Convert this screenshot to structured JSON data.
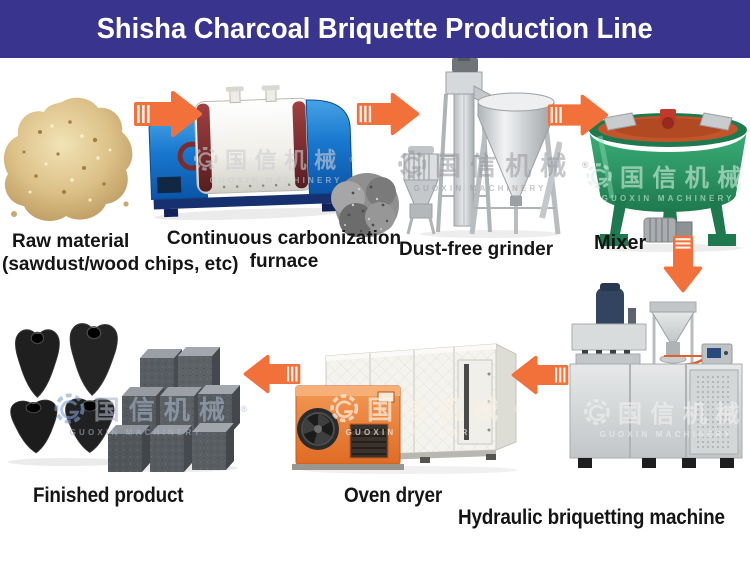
{
  "banner": {
    "title": "Shisha Charcoal Briquette Production Line",
    "background": "#39348E",
    "text_color": "#FFFFFF"
  },
  "watermark": {
    "cn": "国信机械",
    "en": "GUOXIN MACHINERY",
    "reg": "®"
  },
  "palette": {
    "arrow_orange": "#F2703A",
    "furnace_blue": "#1878CE",
    "mixer_green": "#2E9E68",
    "oven_orange": "#E8772F",
    "steel_gray": "#C9CCCE",
    "charcoal_black": "#1F1F1F",
    "sawdust_tan": "#DCC188"
  },
  "stages": {
    "raw_material": {
      "label_line1": "Raw material",
      "label_line2": "(sawdust/wood chips, etc)"
    },
    "carbonization_furnace": {
      "label_line1": "Continuous carbonization",
      "label_line2": "furnace"
    },
    "grinder": {
      "label": "Dust-free grinder"
    },
    "mixer": {
      "label": "Mixer"
    },
    "briquetting_machine": {
      "label": "Hydraulic briquetting machine"
    },
    "oven_dryer": {
      "label": "Oven dryer"
    },
    "finished_product": {
      "label": "Finished product"
    }
  }
}
